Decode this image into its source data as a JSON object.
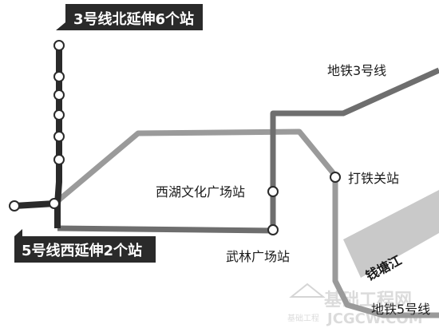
{
  "title_north": "3号线北延伸6个站",
  "title_west": "5号线西延伸2个站",
  "labels": {
    "metro3": "地铁3号线",
    "metro5": "地铁5号线",
    "xihu_station": "西湖文化广场站",
    "wulin_station": "武林广场站",
    "datieguan_station": "打铁关站",
    "river": "钱塘江"
  },
  "watermark": {
    "line1": "基础工程网",
    "line2": "JCGCW.COM",
    "seal": "基础工程"
  },
  "colors": {
    "line3_existing": "#6e6e6e",
    "line5_existing": "#9a9a9a",
    "extension": "#2a2a2a",
    "label_bg": "#2a2a2a",
    "label_text": "#ffffff",
    "river": "#c9c9c9",
    "station_fill": "#ffffff",
    "station_stroke": "#2a2a2a"
  }
}
